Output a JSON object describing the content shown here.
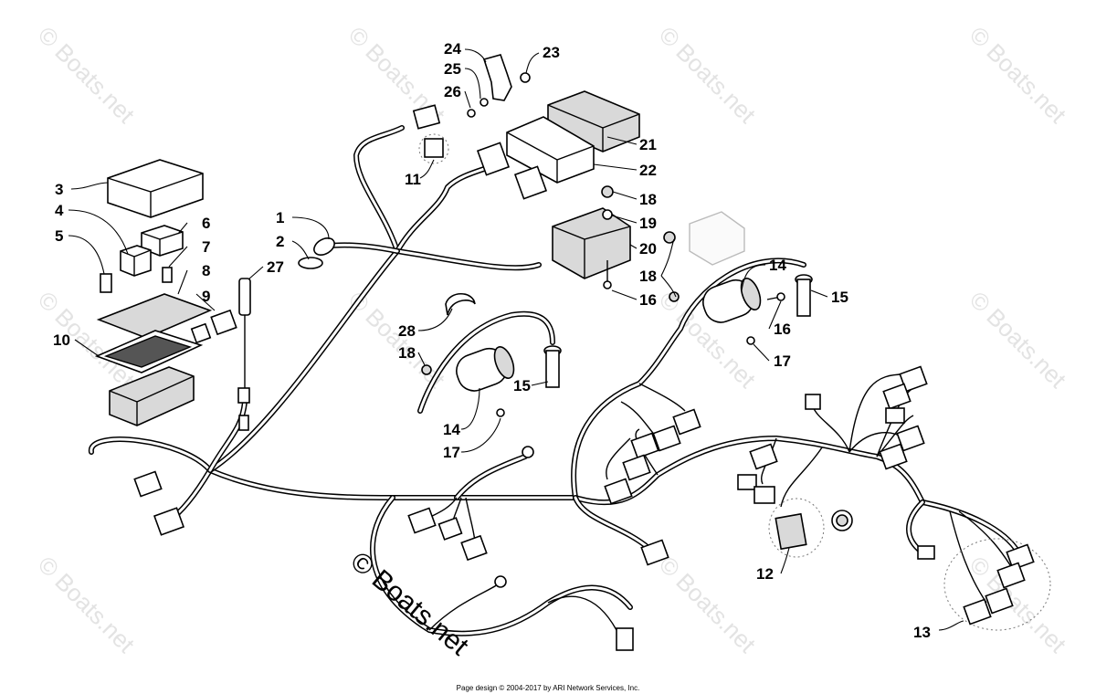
{
  "watermark": {
    "text": "© Boats.net",
    "color": "#e3e3e3",
    "foreground_color": "#000000"
  },
  "footer": {
    "text": "Page design © 2004-2017 by ARI Network Services, Inc."
  },
  "callouts": {
    "c1": "1",
    "c2": "2",
    "c3": "3",
    "c4": "4",
    "c5": "5",
    "c6": "6",
    "c7": "7",
    "c8": "8",
    "c9": "9",
    "c10": "10",
    "c11": "11",
    "c12": "12",
    "c13": "13",
    "c14a": "14",
    "c14b": "14",
    "c15a": "15",
    "c15b": "15",
    "c16a": "16",
    "c16b": "16",
    "c17a": "17",
    "c17b": "17",
    "c18a": "18",
    "c18b": "18",
    "c18c": "18",
    "c19": "19",
    "c20": "20",
    "c21": "21",
    "c22": "22",
    "c23": "23",
    "c24": "24",
    "c25": "25",
    "c26": "26",
    "c27": "27",
    "c28": "28"
  }
}
